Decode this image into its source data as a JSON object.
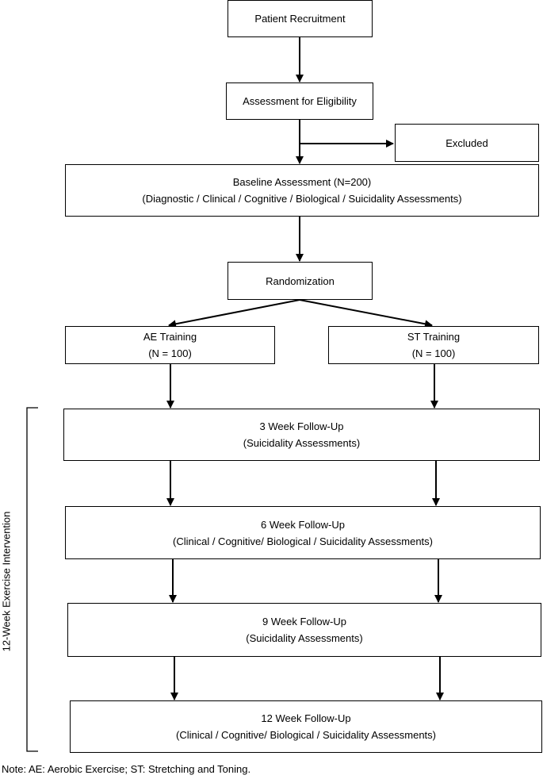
{
  "nodes": {
    "recruitment": {
      "line1": "Patient Recruitment"
    },
    "eligibility": {
      "line1": "Assessment for Eligibility"
    },
    "excluded": {
      "line1": "Excluded"
    },
    "baseline": {
      "line1": "Baseline Assessment (N=200)",
      "line2": "(Diagnostic / Clinical / Cognitive / Biological / Suicidality Assessments)"
    },
    "randomization": {
      "line1": "Randomization"
    },
    "ae": {
      "line1": "AE Training",
      "line2": "(N = 100)"
    },
    "st": {
      "line1": "ST Training",
      "line2": "(N = 100)"
    },
    "week3": {
      "line1": "3 Week Follow-Up",
      "line2": "(Suicidality Assessments)"
    },
    "week6": {
      "line1": "6 Week Follow-Up",
      "line2": "(Clinical / Cognitive/ Biological / Suicidality Assessments)"
    },
    "week9": {
      "line1": "9 Week Follow-Up",
      "line2": "(Suicidality Assessments)"
    },
    "week12": {
      "line1": "12 Week Follow-Up",
      "line2": "(Clinical / Cognitive/ Biological / Suicidality Assessments)"
    }
  },
  "side_label": "12-Week Exercise Intervention",
  "note": "Note: AE: Aerobic Exercise; ST: Stretching and Toning."
}
